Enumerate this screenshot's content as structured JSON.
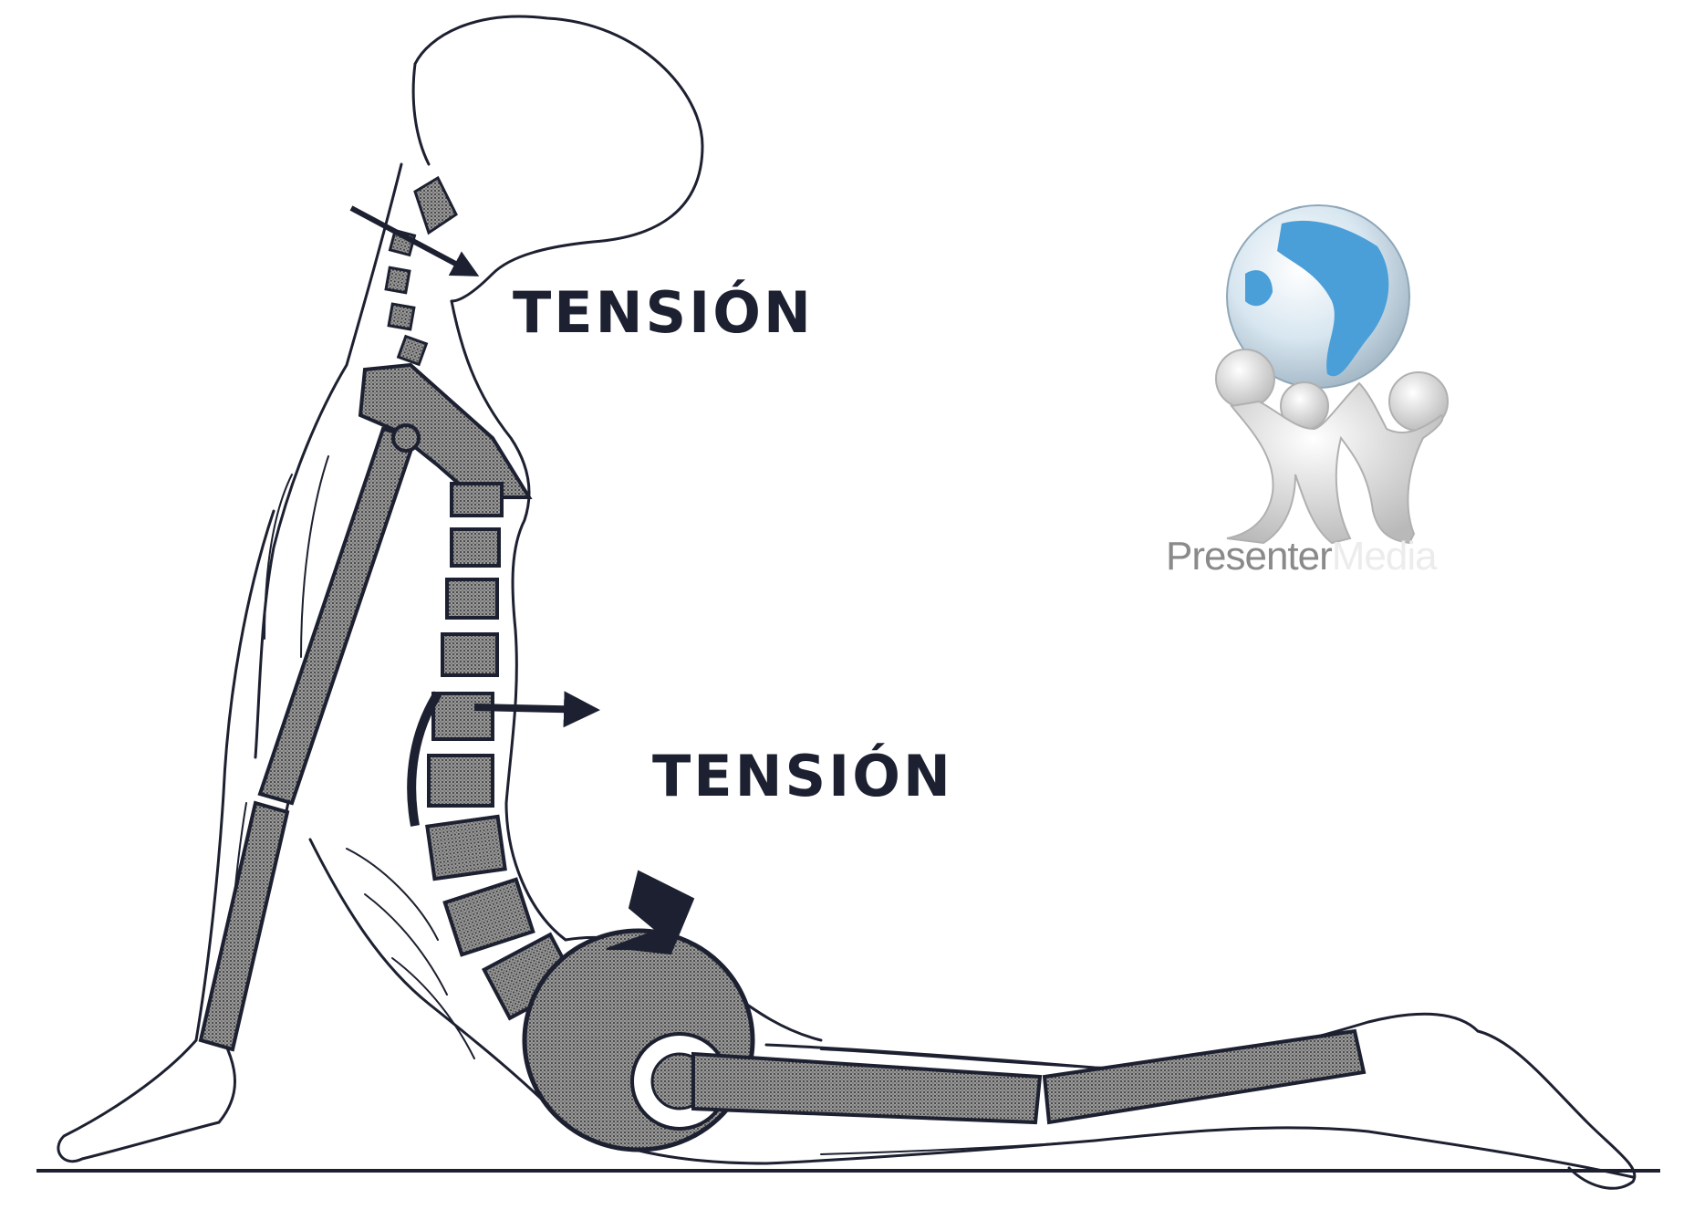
{
  "labels": {
    "tension_upper": "TENSIÓN",
    "tension_lower": "TENSIÓN"
  },
  "logo": {
    "brand_part1": "Presenter",
    "brand_part2": "Media",
    "icon": "globe-held-by-figures-icon"
  },
  "colors": {
    "ink": "#1c2030",
    "bone_fill": "#8e8e8e",
    "globe_ocean": "#4a9fd8",
    "figure": "#e6e6e6"
  }
}
